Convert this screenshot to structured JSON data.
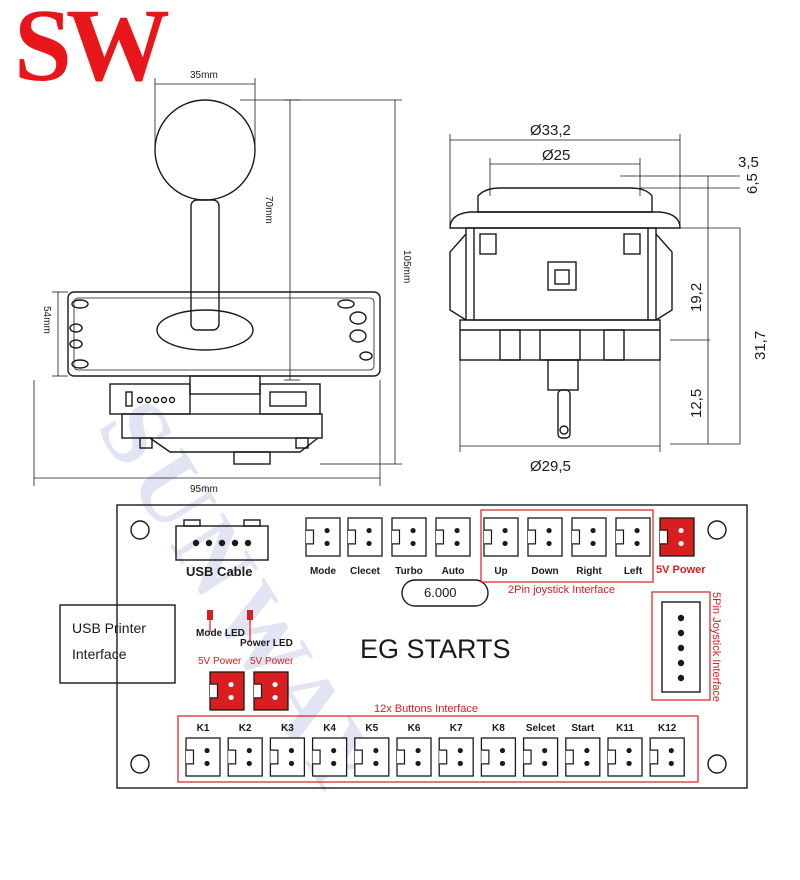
{
  "logo": "SW",
  "watermark": "SUNWAY",
  "joystick": {
    "dims": {
      "ball_width": "35mm",
      "shaft_height": "70mm",
      "total_height": "105mm",
      "plate_height": "54mm",
      "plate_width": "95mm"
    }
  },
  "button": {
    "dims": {
      "outer_dia": "Ø33,2",
      "inner_dia": "Ø25",
      "base_dia": "Ø29,5",
      "top_h": "3,5",
      "cap_h": "6,5",
      "body_h": "19,2",
      "total_h": "31,7",
      "pin_h": "12,5"
    }
  },
  "board": {
    "usb_cable": "USB Cable",
    "mode_buttons": [
      "Mode",
      "Clecet",
      "Turbo",
      "Auto"
    ],
    "joystick_dirs": [
      "Up",
      "Down",
      "Right",
      "Left"
    ],
    "power_5v": "5V Power",
    "version": "6.000",
    "two_pin_label": "2Pin joystick Interface",
    "five_pin_label": "5Pin Joystick Interface",
    "title": "EG STARTS",
    "usb_printer_line1": "USB Printer",
    "usb_printer_line2": "Interface",
    "mode_led": "Mode LED",
    "power_led": "Power LED",
    "power_5v_a": "5V Power",
    "power_5v_b": "5V Power",
    "buttons_label": "12x Buttons Interface",
    "keys": [
      "K1",
      "K2",
      "K3",
      "K4",
      "K5",
      "K6",
      "K7",
      "K8",
      "Selcet",
      "Start",
      "K11",
      "K12"
    ]
  },
  "colors": {
    "logo": "#e8161b",
    "accent_red": "#d81e1e",
    "outline": "#1a1a1a",
    "watermark": "#c7ceea"
  }
}
